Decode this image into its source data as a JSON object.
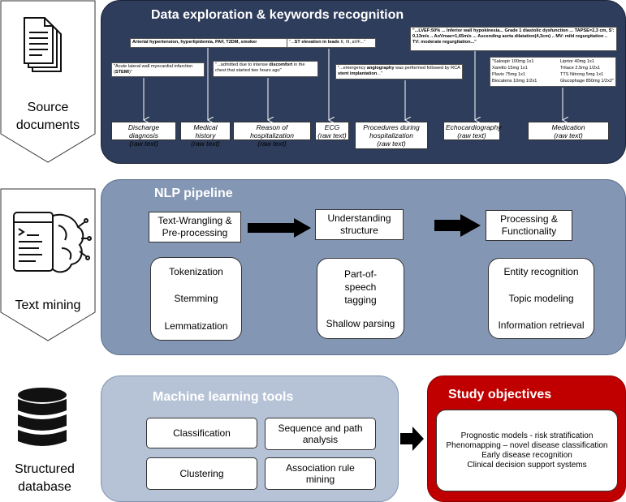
{
  "left": {
    "source": [
      "Source",
      "documents"
    ],
    "textmining": "Text mining",
    "database": [
      "Structured",
      "database"
    ]
  },
  "panel1": {
    "title": "Data exploration & keywords recognition",
    "quotes": {
      "history": {
        "text": "Arterial hypertension, hyperlipidemia, PAF, T2DM, smoker"
      },
      "discharge": {
        "pre": "\"Acute lateral wall myocardial infarction (",
        "bold": "STEMI",
        "post": ")\""
      },
      "reason": {
        "pre": "\"...admitted due to intense ",
        "bold": "discomfort",
        "post": " in the chest that started two hours ago\""
      },
      "ecg": {
        "pre": "\"...",
        "bold": "ST elevation in leads",
        "post": " II, III, aVF...\""
      },
      "procedures": {
        "pre": "\"...emergency ",
        "bold": "angiography",
        "mid": " was performed followed by RCA ",
        "bold2": "stent implantation",
        "post": "...\""
      },
      "echo": {
        "text": "\"...LVEF:50% ... Inferior wall hypokinesia... Grade 1 diastolic dysfunction ... TAPSE=2,3 cm, S': 0,13m/s .. AoVmax=1,65m/s ... Ascending aorta dilatation(4,3cm) .. MV: mild regurgitation .. TV: moderate regurgitation...\""
      },
      "medication": {
        "col1": [
          "\"Salospir 100mg 1x1",
          "Xarelto 15mg 1x1",
          "Plavix 75mg 1x1",
          "Biocatens 10mg 1/2x1"
        ],
        "col2": [
          "Liprtor 40mg 1x1",
          "Tritace 2.5mg 1/2x1",
          "TTS Nitrong 5mg 1x1",
          "Glucophage 850mg 1/2x2\""
        ]
      }
    },
    "labels": {
      "discharge": [
        "Discharge diagnosis",
        "(raw text)"
      ],
      "history": [
        "Medical history",
        "(raw text)"
      ],
      "reason": [
        "Reason of hospitalization",
        "(raw text)"
      ],
      "ecg": [
        "ECG",
        "(raw text)"
      ],
      "procedures": [
        "Procedures during",
        "hospitalization",
        "(raw text)"
      ],
      "echo": [
        "Echocardiography",
        "(raw text)"
      ],
      "medication": [
        "Medication",
        "(raw text)"
      ]
    }
  },
  "panel2": {
    "title": "NLP pipeline",
    "steps": [
      {
        "header": [
          "Text-Wrangling &",
          "Pre-processing"
        ],
        "items": [
          "Tokenization",
          "Stemming",
          "Lemmatization"
        ]
      },
      {
        "header": [
          "Understanding",
          "structure"
        ],
        "items": [
          "Part-of-speech tagging",
          "Shallow parsing"
        ]
      },
      {
        "header": [
          "Processing &",
          "Functionality"
        ],
        "items": [
          "Entity recognition",
          "Topic modeling",
          "Information retrieval"
        ]
      }
    ]
  },
  "panel3": {
    "title": "Machine learning tools",
    "tools": [
      "Classification",
      "Sequence and path analysis",
      "Clustering",
      "Association rule mining"
    ]
  },
  "panel4": {
    "title": "Study objectives",
    "items": [
      "Prognostic models - risk stratification",
      "Phenomapping – novel disease classification",
      "Early disease recognition",
      "Clinical decision support systems"
    ]
  },
  "colors": {
    "panel1": "#2e3d5b",
    "panel2": "#8396b3",
    "panel3": "#b6c3d6",
    "panel4": "#c00000"
  },
  "icons": [
    "documents-icon",
    "brain-text-icon",
    "database-icon"
  ]
}
